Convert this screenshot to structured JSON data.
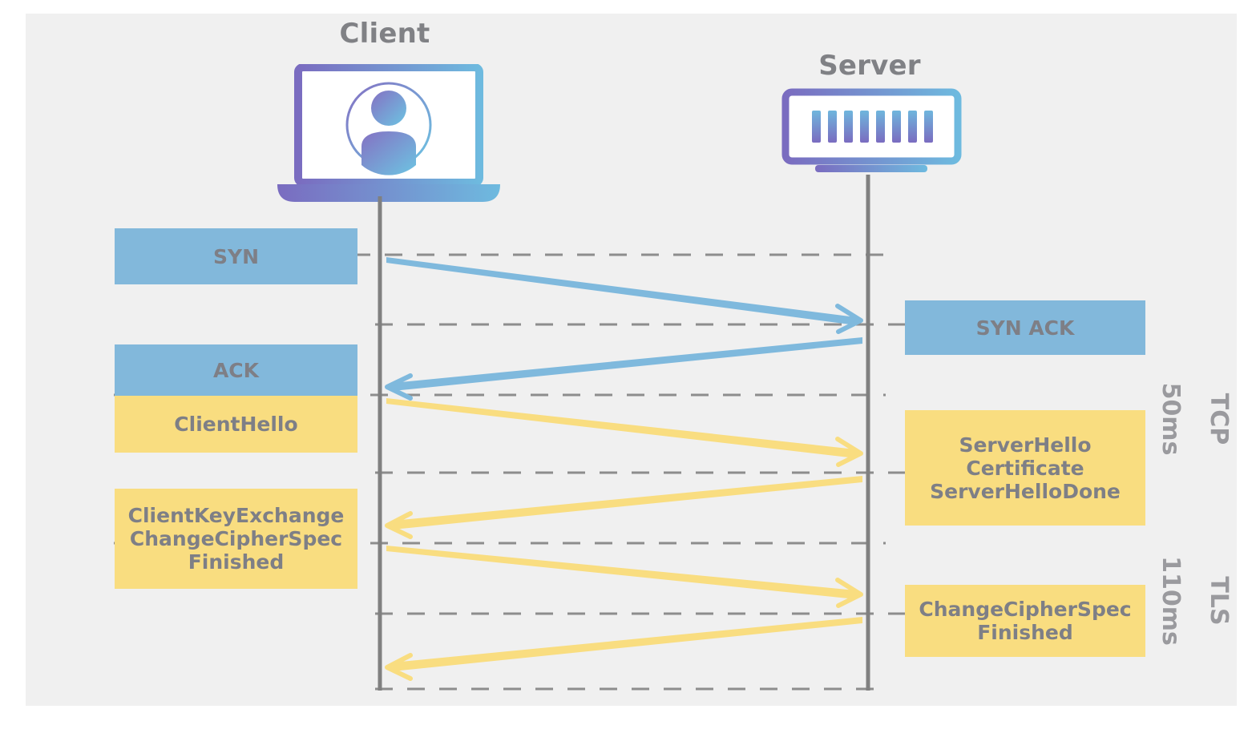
{
  "diagram": {
    "title_client": "Client",
    "title_server": "Server",
    "background_color": "#f0f0f0",
    "page_color": "#ffffff",
    "tcp_color": "#82b8db",
    "tls_color": "#f9dd80",
    "text_color": "#7e7f86",
    "lifeline_color": "#808080",
    "icon_gradient_from": "#7a6cc0",
    "icon_gradient_to": "#70b9dd"
  },
  "client_messages": [
    {
      "label": "SYN",
      "phase": "tcp"
    },
    {
      "label": "ACK",
      "phase": "tcp"
    },
    {
      "label": "ClientHello",
      "phase": "tls"
    },
    {
      "label": "ClientKeyExchange\nChangeCipherSpec\nFinished",
      "phase": "tls"
    }
  ],
  "server_messages": [
    {
      "label": "SYN ACK",
      "phase": "tcp"
    },
    {
      "label": "ServerHello\nCertificate\nServerHelloDone",
      "phase": "tls"
    },
    {
      "label": "ChangeCipherSpec\nFinished",
      "phase": "tls"
    }
  ],
  "phase_labels": [
    {
      "name": "TCP",
      "duration": "50ms"
    },
    {
      "name": "TLS",
      "duration": "110ms"
    }
  ],
  "arrows": [
    {
      "direction": "client-to-server",
      "phase": "tcp",
      "from": "SYN",
      "to": "SYN ACK"
    },
    {
      "direction": "server-to-client",
      "phase": "tcp",
      "from": "SYN ACK",
      "to": "ACK"
    },
    {
      "direction": "client-to-server",
      "phase": "tls",
      "from": "ClientHello",
      "to": "ServerHello"
    },
    {
      "direction": "server-to-client",
      "phase": "tls",
      "from": "ServerHelloDone",
      "to": "ClientKeyExchange"
    },
    {
      "direction": "client-to-server",
      "phase": "tls",
      "from": "Finished",
      "to": "ChangeCipherSpec"
    },
    {
      "direction": "server-to-client",
      "phase": "tls",
      "from": "Finished",
      "to": "client"
    }
  ],
  "icons": {
    "client": "laptop-user-icon",
    "server": "server-rack-icon"
  }
}
